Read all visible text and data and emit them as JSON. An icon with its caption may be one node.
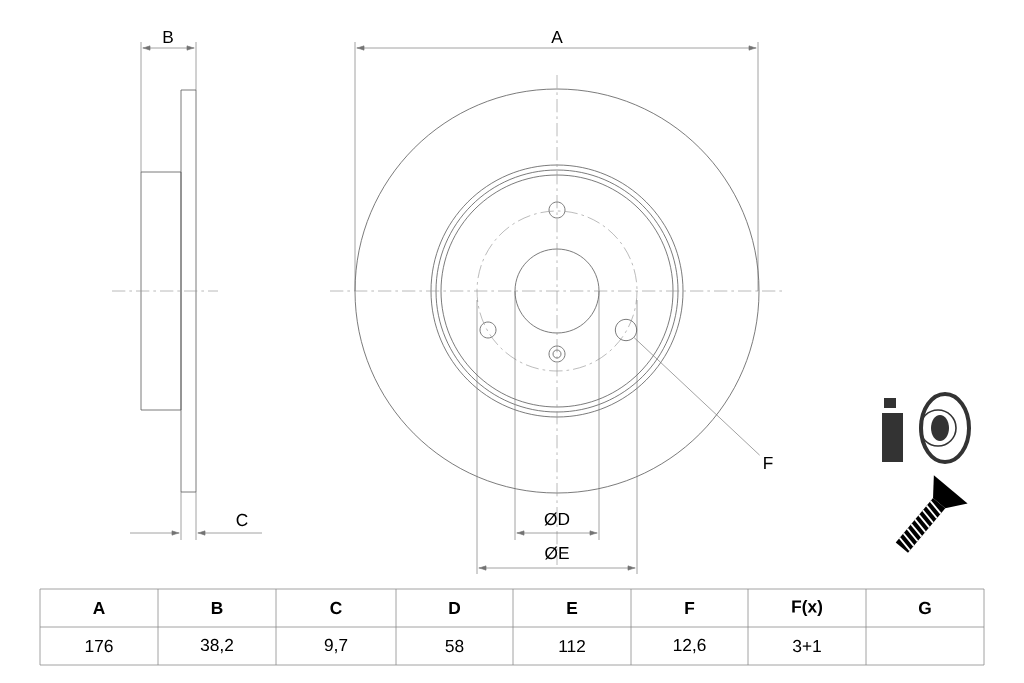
{
  "diagram": {
    "nodes": [
      {
        "text": [
          "F"
        ]
      },
      {
        "text": [],
        "shape": "circle"
      }
    ],
    "edges": [
      {
        "from": 0,
        "to": 1,
        "arrow": "none"
      }
    ],
    "labels": [
      "B",
      "A",
      "C",
      "ØD",
      "ØE",
      "A",
      "B",
      "C",
      "D",
      "E",
      "F",
      "F(x)",
      "G",
      "176",
      "38,2",
      "9,7",
      "58",
      "112",
      "12,6",
      "3+1"
    ]
  }
}
